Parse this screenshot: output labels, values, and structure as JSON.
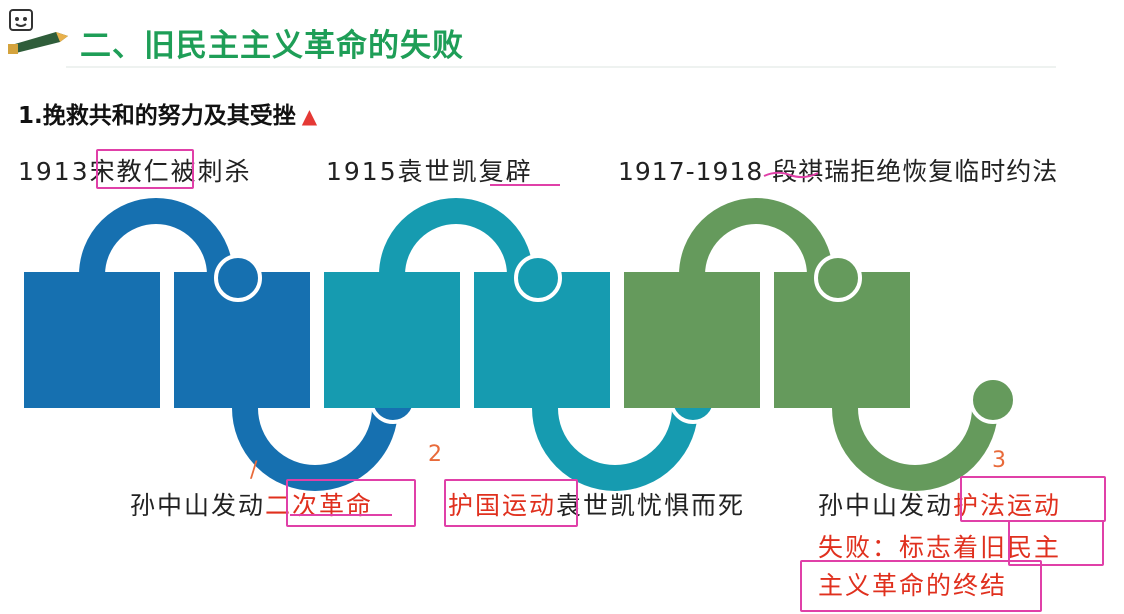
{
  "header": {
    "title": "二、旧民主主义革命的失败",
    "subtitle": "1.挽救共和的努力及其受挫",
    "subtitle_marker": "▲"
  },
  "colors": {
    "title_green": "#1e9e57",
    "blue": "#1670b0",
    "teal": "#169bb0",
    "green": "#659a5c",
    "annotation_red": "#e0301e",
    "annotation_pink": "#e040a8"
  },
  "events_top": [
    {
      "year": "1913",
      "text": "宋教仁被刺杀"
    },
    {
      "year": "1915",
      "text": "袁世凯复辟"
    },
    {
      "year": "1917-1918",
      "text": "段祺瑞拒绝恢复临时约法"
    }
  ],
  "events_bottom": [
    {
      "prefix": "孙中山发动",
      "highlight": "二次革命"
    },
    {
      "highlight": "护国运动",
      "suffix": "袁世凯忧惧而死"
    },
    {
      "prefix": "孙中山发动",
      "highlight": "护法运动"
    }
  ],
  "note": {
    "line1": "失败：标志着",
    "line1_box": "旧民主",
    "line2": "主义革命的终结"
  },
  "handwritten_marks": [
    "/",
    "2",
    "3"
  ],
  "icons": [
    "pencil-mascot-icon",
    "warning-triangle-icon"
  ]
}
